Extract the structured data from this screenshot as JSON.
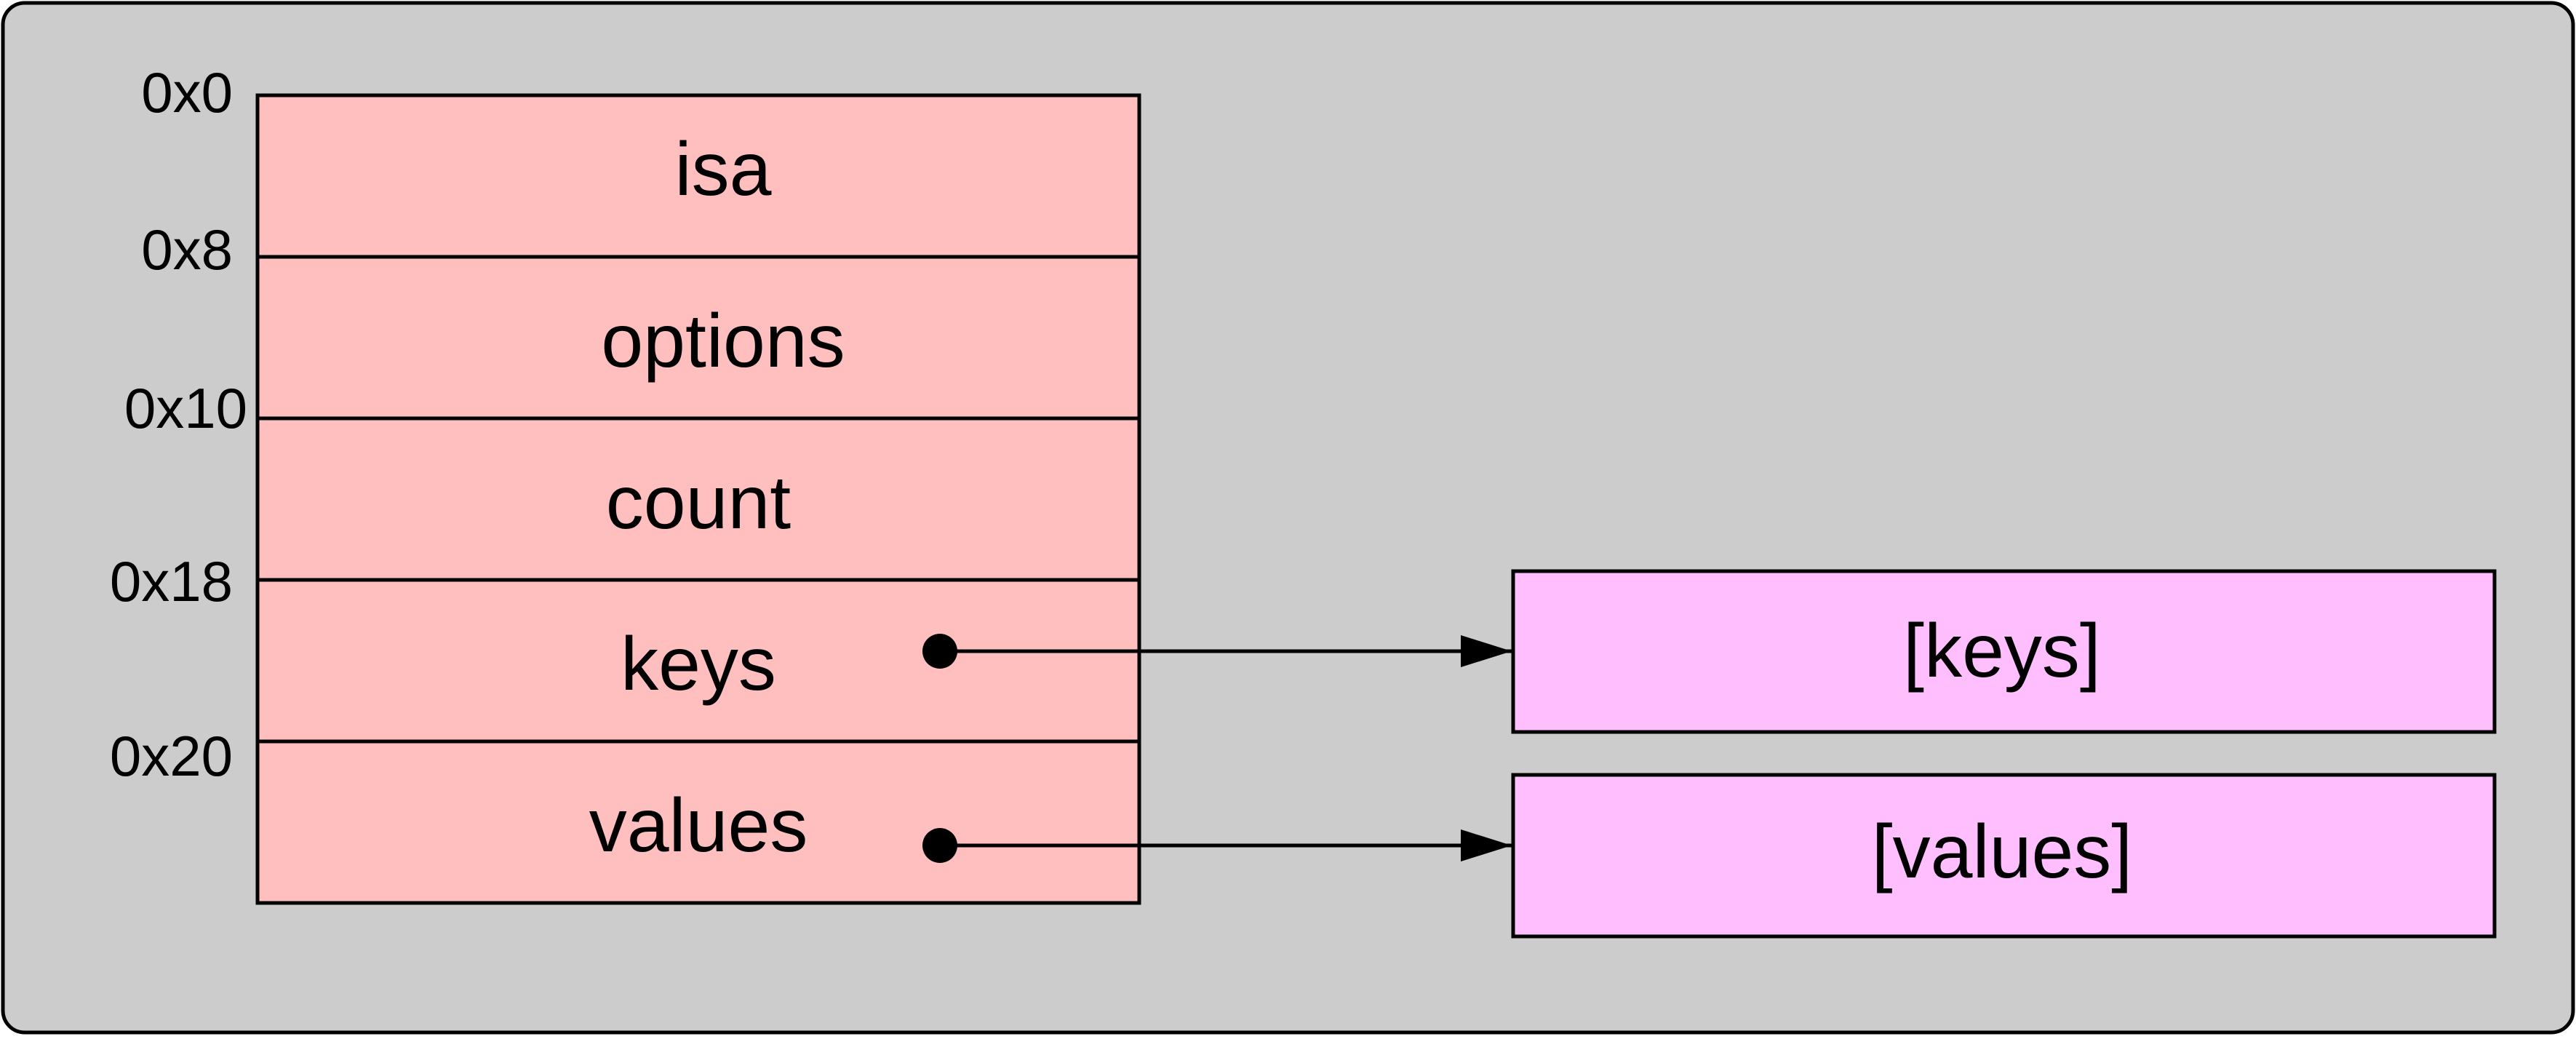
{
  "diagram": {
    "colors": {
      "background": "#cccccc",
      "struct_fill": "#ffbfbf",
      "array_fill": "#ffbfff",
      "stroke": "#000000"
    },
    "fields": [
      {
        "offset": "0x0",
        "name": "isa"
      },
      {
        "offset": "0x8",
        "name": "options"
      },
      {
        "offset": "0x10",
        "name": "count"
      },
      {
        "offset": "0x18",
        "name": "keys"
      },
      {
        "offset": "0x20",
        "name": "values"
      }
    ],
    "arrays": {
      "keys": "[keys]",
      "values": "[values]"
    }
  }
}
